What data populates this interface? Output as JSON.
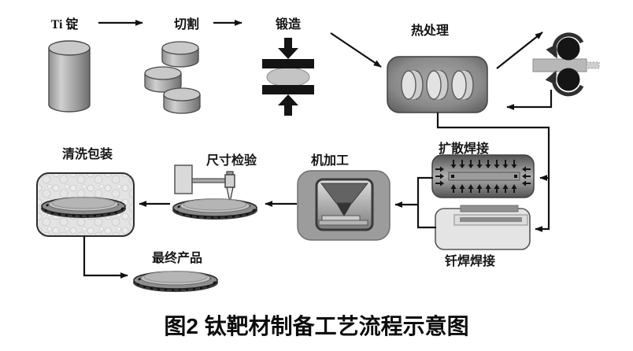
{
  "caption": "图2 钛靶材制备工艺流程示意图",
  "steps": {
    "ti_ingot": "Ti 锭",
    "cutting": "切割",
    "forging": "锻造",
    "heat_treatment": "热处理",
    "diffusion_welding": "扩散焊接",
    "brazing_welding": "钎焊焊接",
    "machining": "机加工",
    "inspection": "尺寸检验",
    "cleaning_packaging": "清洗包装",
    "final_product": "最终产品"
  },
  "icons": {
    "ti_ingot": "cylinder-ingot-icon",
    "cutting": "sliced-discs-icon",
    "forging": "press-forge-icon",
    "heat_treatment": "furnace-with-billets-icon",
    "rolling": "rolling-mill-icon",
    "diffusion_welding": "pressure-chamber-icon",
    "brazing_welding": "brazing-fixture-icon",
    "machining": "machining-tool-icon",
    "inspection": "dial-probe-over-disc-icon",
    "cleaning_packaging": "foam-packed-disc-icon",
    "final_product": "target-disc-icon"
  },
  "edges": [
    [
      "ti_ingot",
      "cutting"
    ],
    [
      "cutting",
      "forging"
    ],
    [
      "forging",
      "heat_treatment"
    ],
    [
      "heat_treatment",
      "rolling"
    ],
    [
      "rolling",
      "heat_treatment"
    ],
    [
      "heat_treatment",
      "diffusion_welding"
    ],
    [
      "heat_treatment",
      "brazing_welding"
    ],
    [
      "diffusion_welding",
      "machining"
    ],
    [
      "brazing_welding",
      "machining"
    ],
    [
      "machining",
      "inspection"
    ],
    [
      "inspection",
      "cleaning_packaging"
    ],
    [
      "cleaning_packaging",
      "final_product"
    ]
  ],
  "colors": {
    "ink": "#111111",
    "metal": "#a9a9a9",
    "metal_light": "#cdcdcd",
    "dark_box": "#555555",
    "light_box": "#e4e4e4",
    "background": "#ffffff"
  }
}
